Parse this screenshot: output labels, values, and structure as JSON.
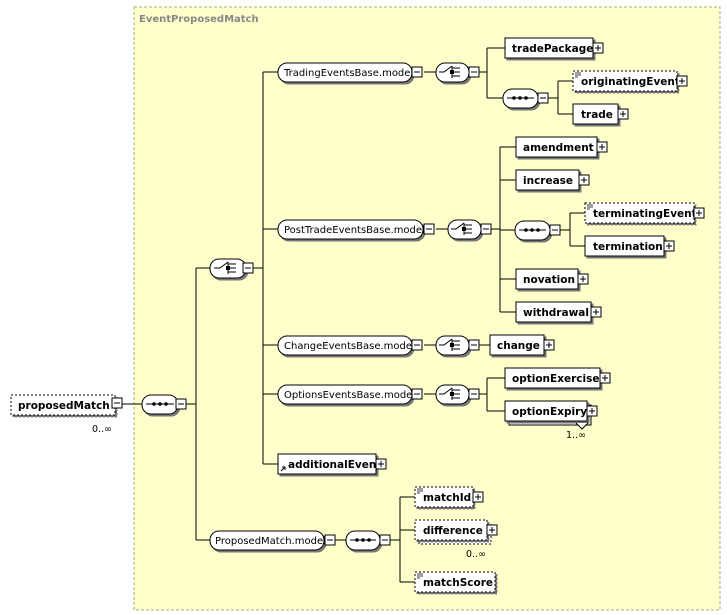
{
  "diagram": {
    "group_title": "EventProposedMatch",
    "root": {
      "label": "proposedMatch",
      "cardinality": "0..∞"
    },
    "models": {
      "trading": "TradingEventsBase.model",
      "post_trade": "PostTradeEventsBase.model",
      "change": "ChangeEventsBase.model",
      "options": "OptionsEventsBase.model",
      "proposed": "ProposedMatch.model"
    },
    "elements": {
      "trade_package": "tradePackage",
      "originating_event": "originatingEvent",
      "trade": "trade",
      "amendment": "amendment",
      "increase": "increase",
      "terminating_event": "terminatingEvent",
      "termination": "termination",
      "novation": "novation",
      "withdrawal": "withdrawal",
      "change": "change",
      "option_exercise": "optionExercise",
      "option_expiry": "optionExpiry",
      "option_expiry_card": "1..∞",
      "additional_event": "additionalEvent",
      "match_id": "matchId",
      "difference": "difference",
      "difference_card": "0..∞",
      "match_score": "matchScore"
    },
    "colors": {
      "group_fill": "#ffffcc",
      "group_border": "#aaaa88",
      "box_fill": "#ffffff",
      "line": "#000000"
    }
  }
}
